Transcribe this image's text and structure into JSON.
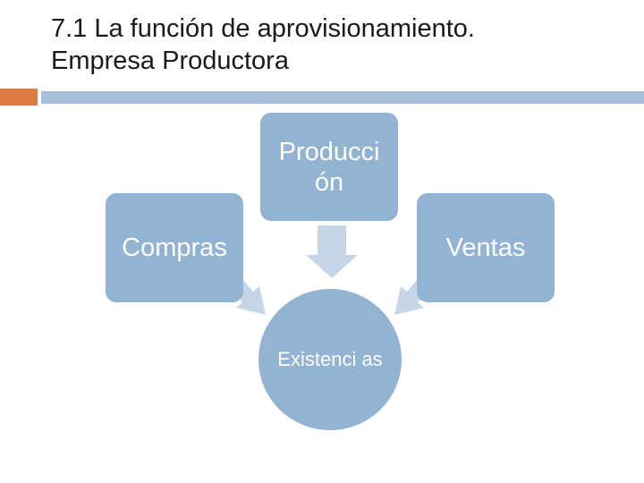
{
  "slide": {
    "title_line1": "7.1 La función de aprovisionamiento.",
    "title_line2": "Empresa Productora"
  },
  "diagram": {
    "nodes": {
      "produccion": "Producci ón",
      "compras": "Compras",
      "ventas": "Ventas",
      "existencias": "Existenci as"
    }
  },
  "colors": {
    "node_fill": "#93b3d3",
    "arrow_fill": "#c5d6e8",
    "accent_bar": "#e07a45",
    "title_bar": "#a6c0da"
  }
}
